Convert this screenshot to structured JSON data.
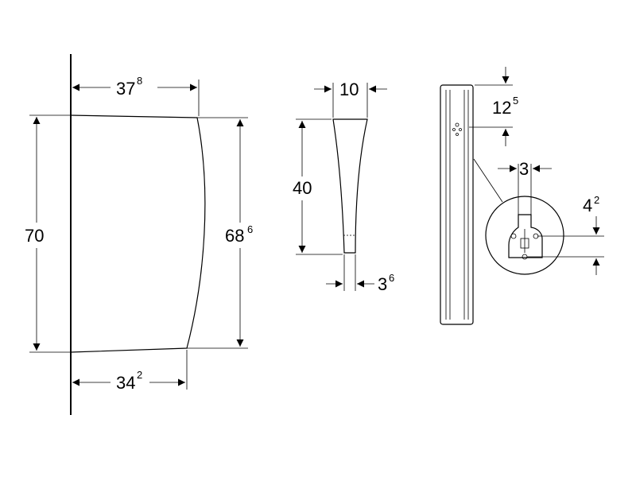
{
  "dimensions": {
    "top_width": {
      "main": "37",
      "sup": "8"
    },
    "bottom_width": {
      "main": "34",
      "sup": "2"
    },
    "left_height": {
      "main": "70",
      "sup": ""
    },
    "right_height": {
      "main": "68",
      "sup": "6"
    },
    "profile_top": {
      "main": "10",
      "sup": ""
    },
    "profile_height": {
      "main": "40",
      "sup": ""
    },
    "profile_bottom": {
      "main": "3",
      "sup": "6"
    },
    "bracket_offset": {
      "main": "12",
      "sup": "5"
    },
    "hole_spacing": {
      "main": "3",
      "sup": ""
    },
    "hole_height": {
      "main": "4",
      "sup": "2"
    }
  }
}
